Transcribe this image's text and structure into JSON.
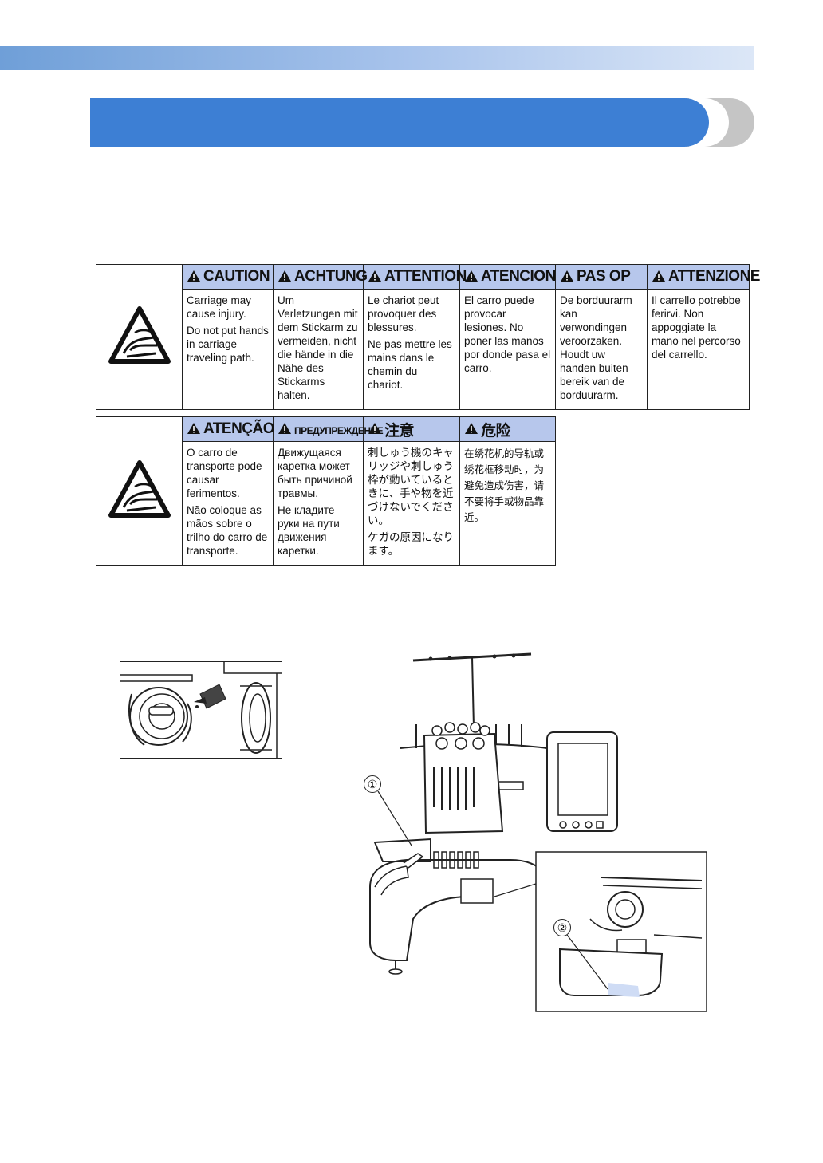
{
  "table1": {
    "headers": [
      "CAUTION",
      "ACHTUNG",
      "ATTENTION",
      "ATENCION",
      "PAS OP",
      "ATTENZIONE"
    ],
    "cells": [
      [
        "Carriage may cause injury.",
        "Do not put hands in carriage traveling path."
      ],
      [
        "Um Verletzungen mit dem Stickarm zu vermeiden, nicht die hände in die Nähe des Stickarms halten."
      ],
      [
        "Le chariot peut provoquer des blessures.",
        "Ne pas mettre les mains dans le chemin du chariot."
      ],
      [
        "El carro puede provocar lesiones. No poner las manos por donde pasa el carro."
      ],
      [
        "De borduurarm kan verwondingen veroorzaken. Houdt uw handen buiten bereik van de borduurarm."
      ],
      [
        "Il carrello potrebbe ferirvi. Non appoggiate la mano nel percorso del carrello."
      ]
    ]
  },
  "table2": {
    "headers": [
      "ATENÇÃO",
      "ПРЕДУПРЕЖДЕНИЕ",
      "注意",
      "危险"
    ],
    "cells": [
      [
        "O carro de transporte pode causar ferimentos.",
        "Não coloque as mãos sobre o trilho do carro de transporte."
      ],
      [
        "Движущаяся каретка может быть причиной травмы.",
        "Не кладите руки на пути движения каретки."
      ],
      [
        "刺しゅう機のキャリッジや刺しゅう枠が動いているときに、手や物を近づけないでください。",
        "ケガの原因になります。"
      ],
      [
        "在绣花机的导轨或绣花框移动时，为避免造成伤害，请不要将手或物品靠近。"
      ]
    ]
  },
  "callouts": {
    "c1": "①",
    "c2": "②"
  }
}
